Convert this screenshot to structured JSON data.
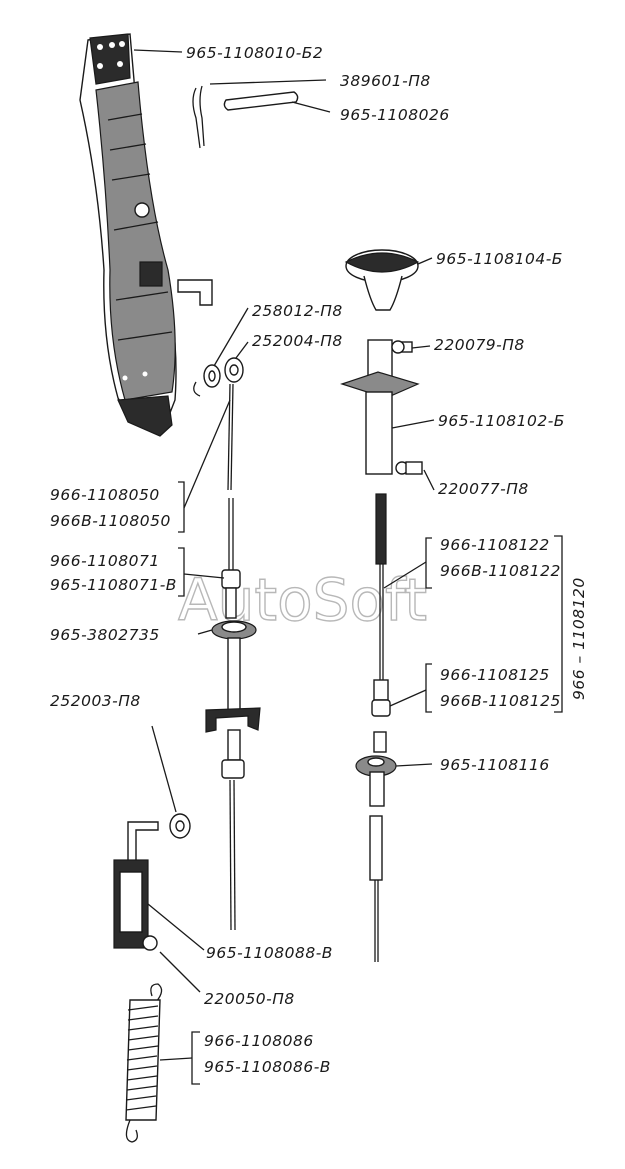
{
  "watermark": "AutoSoft",
  "labels": {
    "pedal": "965-1108010-Б2",
    "cotter": "389601-П8",
    "pin": "965-1108026",
    "knob": "965-1108104-Б",
    "washer_258012": "258012-П8",
    "washer_252004": "252004-П8",
    "screw_220079": "220079-П8",
    "bracket_tube": "965-1108102-Б",
    "screw_220077": "220077-П8",
    "rod_a": "966-1108050",
    "rod_b": "966В-1108050",
    "cable_a": "966-1108071",
    "cable_b": "965-1108071-В",
    "grommet": "965-3802735",
    "sheath_a": "966-1108122",
    "sheath_b": "966В-1108122",
    "tip_a": "966-1108125",
    "tip_b": "966В-1108125",
    "assembly": "966 – 1108120",
    "washer_252003": "252003-П8",
    "seal": "965-1108116",
    "clip": "965-1108088-В",
    "screw_220050": "220050-П8",
    "spring_a": "966-1108086",
    "spring_b": "965-1108086-В"
  }
}
